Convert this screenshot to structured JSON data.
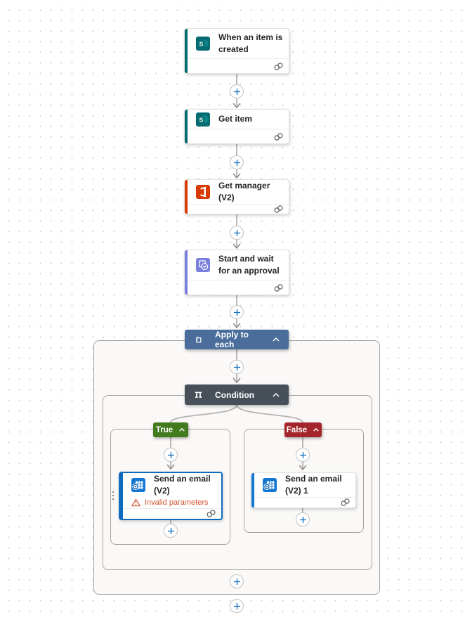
{
  "colors": {
    "sharepoint": "#036c70",
    "office365": "#d83b01",
    "approvals": "#7a80dd",
    "outlook": "#1276d2",
    "outlook-dark": "#0a5dab",
    "scope-header": "#4a6d9c",
    "condition-header": "#474f59",
    "true-badge": "#427a1e",
    "false-badge": "#a4262c",
    "selected": "#0f6cbd",
    "error": "#d1512d",
    "wire": "#b5b2b0",
    "plus": "#0f6cbd"
  },
  "nodes": {
    "trigger": {
      "title": "When an item is created",
      "connector": "sharepoint"
    },
    "get_item": {
      "title": "Get item",
      "connector": "sharepoint"
    },
    "get_manager": {
      "title": "Get manager (V2)",
      "connector": "office365"
    },
    "approval": {
      "title": "Start and wait for an approval",
      "connector": "approvals"
    },
    "apply_to_each": {
      "title": "Apply to each"
    },
    "condition": {
      "title": "Condition"
    },
    "true_branch": {
      "label": "True"
    },
    "false_branch": {
      "label": "False"
    },
    "send_email_true": {
      "title": "Send an email (V2)",
      "error": "Invalid parameters",
      "connector": "outlook",
      "selected": true
    },
    "send_email_false": {
      "title": "Send an email (V2) 1",
      "connector": "outlook"
    }
  },
  "icons": {
    "plus-icon": "+",
    "chevron-up-icon": "^",
    "connection-icon": "two-linked-rings",
    "warning-icon": "triangle-exclamation",
    "loop-icon": "repeat-square",
    "condition-icon": "branch-bridge",
    "drag-handle-icon": "vertical-ellipsis"
  }
}
